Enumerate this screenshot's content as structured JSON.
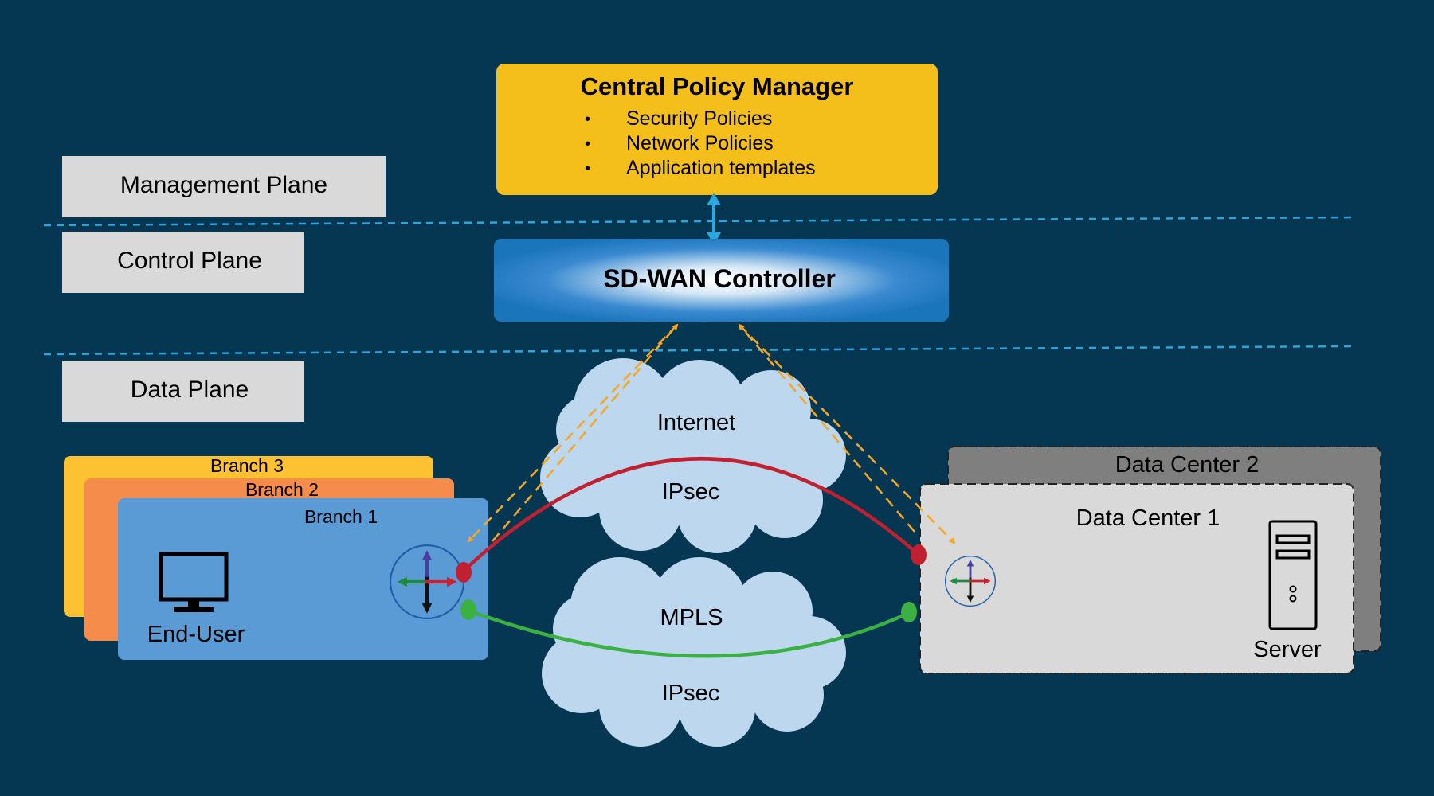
{
  "planes": {
    "management": "Management Plane",
    "control": "Control Plane",
    "data": "Data Plane"
  },
  "policy_manager": {
    "title": "Central Policy Manager",
    "bullet": "•",
    "items": [
      "Security Policies",
      "Network Policies",
      "Application templates"
    ]
  },
  "controller": {
    "title": "SD-WAN Controller"
  },
  "clouds": {
    "internet": {
      "name": "Internet",
      "tunnel": "IPsec"
    },
    "mpls": {
      "name": "MPLS",
      "tunnel": "IPsec"
    }
  },
  "branches": {
    "b3": "Branch 3",
    "b2": "Branch 2",
    "b1": "Branch 1",
    "end_user": "End-User"
  },
  "data_centers": {
    "dc2": "Data Center 2",
    "dc1": "Data Center 1",
    "server": "Server"
  },
  "icons": [
    "monitor-icon",
    "router-icon",
    "server-icon",
    "cloud-icon"
  ],
  "colors": {
    "background": "#053652",
    "policy_manager": "#F4BE1B",
    "controller": "#1B75BB",
    "plane_label": "#D9D9D9",
    "branch3": "#FCC232",
    "branch2": "#F58C4B",
    "branch1": "#5B9BD5",
    "dc2": "#7F7F7F",
    "dc1": "#D9D9D9",
    "cloud": "#BDD7EE",
    "internet_tunnel": "#C0202F",
    "mpls_tunnel": "#3BB143",
    "control_arrow": "#F6A623",
    "divider": "#2AA7E0"
  }
}
